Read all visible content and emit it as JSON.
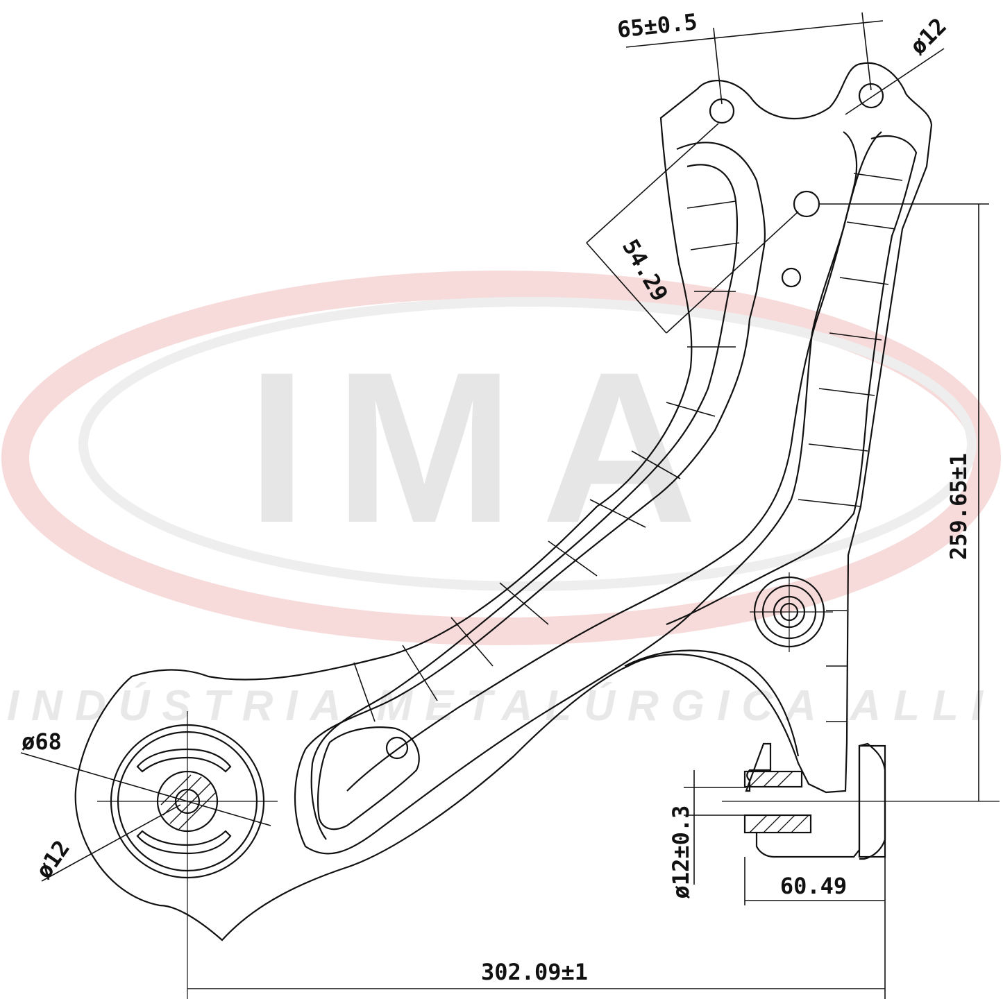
{
  "watermark": {
    "logo_text": "IMA",
    "tagline": "INDÚSTRIA METALÚRGICA ALLI",
    "ring_color": "#f6d6d6",
    "text_color": "#e6e6e6"
  },
  "drawing": {
    "stroke_color": "#111111"
  },
  "dimensions": {
    "hole_spacing": "65±0.5",
    "top_hole_diameter": "ø12",
    "offset": "54.29",
    "height": "259.65±1",
    "ball_joint_diameter": "ø68",
    "ball_joint_hole": "ø12",
    "bushing_bore": "ø12±0.3",
    "bushing_width": "60.49",
    "overall_width": "302.09±1"
  }
}
